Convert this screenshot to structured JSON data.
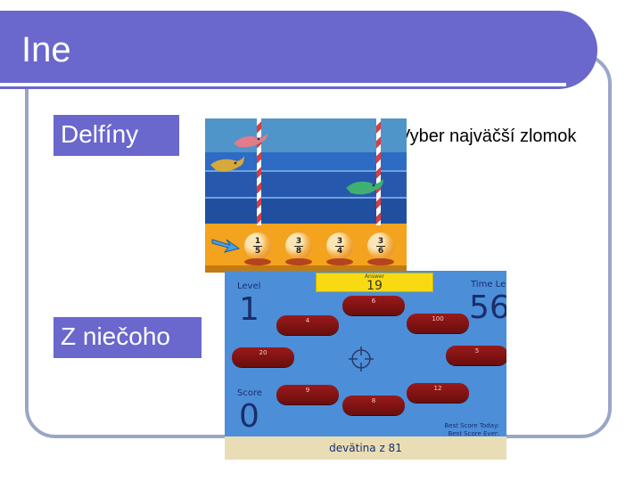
{
  "slide": {
    "title": "Ine",
    "items": [
      {
        "label": "Delfíny"
      },
      {
        "label": "Z niečoho"
      }
    ],
    "caption": "Vyber najväčší zlomok"
  },
  "dolphin_game": {
    "fractions": [
      {
        "numerator": "1",
        "denominator": "5"
      },
      {
        "numerator": "3",
        "denominator": "8"
      },
      {
        "numerator": "3",
        "denominator": "4"
      },
      {
        "numerator": "3",
        "denominator": "6"
      }
    ]
  },
  "target_game": {
    "target_small_label": "Answer",
    "target_value": "19",
    "level_label": "Level",
    "level_value": "1",
    "time_label": "Time Le",
    "time_value": "56",
    "score_label": "Score",
    "score_value": "0",
    "choices": [
      "6",
      "4",
      "100",
      "20",
      "5",
      "9",
      "8",
      "12"
    ],
    "best_today": "Best Score Today:",
    "best_ever": "Best Score Ever:",
    "question": "devätina z 81"
  },
  "colors": {
    "title_bar": "#6a67cd",
    "frame": "#9aa6c6",
    "pill": "#7a1010",
    "target_box": "#f8da12"
  }
}
